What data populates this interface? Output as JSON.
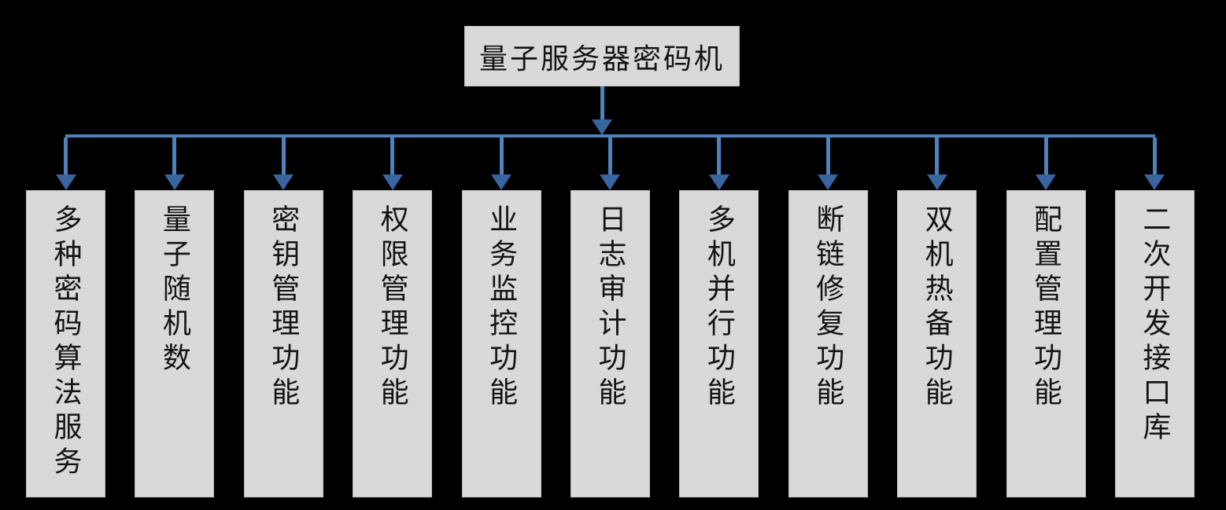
{
  "diagram": {
    "root": {
      "label": "量子服务器密码机"
    },
    "branches": [
      {
        "label": "多种密码算法服务"
      },
      {
        "label": "量子随机数"
      },
      {
        "label": "密钥管理功能"
      },
      {
        "label": "权限管理功能"
      },
      {
        "label": "业务监控功能"
      },
      {
        "label": "日志审计功能"
      },
      {
        "label": "多机并行功能"
      },
      {
        "label": "断链修复功能"
      },
      {
        "label": "双机热备功能"
      },
      {
        "label": "配置管理功能"
      },
      {
        "label": "二次开发接口库"
      }
    ],
    "colors": {
      "background": "#000000",
      "box_fill": "#d9d9d9",
      "box_border": "#bdbdbd",
      "text": "#141414",
      "connector_line": "#4f81bd",
      "arrow_head": "#38649f"
    }
  }
}
